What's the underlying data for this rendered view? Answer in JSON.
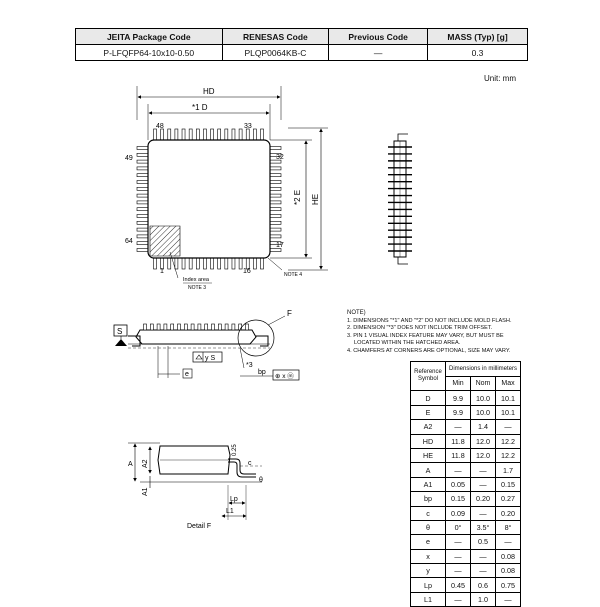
{
  "header": {
    "columns": [
      "JEITA Package Code",
      "RENESAS Code",
      "Previous Code",
      "MASS (Typ) [g]"
    ],
    "values": [
      "P-LFQFP64-10x10-0.50",
      "PLQP0064KB-C",
      "—",
      "0.3"
    ]
  },
  "unit_label": "Unit: mm",
  "top_view": {
    "dim_hd": "HD",
    "dim_d": "*1 D",
    "dim_e": "*2 E",
    "dim_he": "HE",
    "pin_labels": {
      "p48": "48",
      "p33": "33",
      "p49": "49",
      "p32": "32",
      "p64": "64",
      "p17": "17",
      "p1": "1",
      "p16": "16"
    },
    "index_area": "Index area",
    "note3": "NOTE 3",
    "note4": "NOTE 4"
  },
  "side_view": {
    "datum_s": "S",
    "callout_f": "F",
    "flatness": "y S",
    "e_sym": "e",
    "star3": "*3",
    "bp": "bp",
    "position_tol": "⊕ x ⓜ"
  },
  "detail": {
    "a": "A",
    "a2": "A2",
    "a1": "A1",
    "c": "c",
    "theta": "θ",
    "gauge": "0.25",
    "lp": "Lp",
    "l1": "L1",
    "caption": "Detail F"
  },
  "notes": {
    "title": "NOTE)",
    "items": [
      "1. DIMENSIONS \"*1\" AND \"*2\" DO NOT INCLUDE MOLD FLASH.",
      "2. DIMENSION \"*3\" DOES NOT INCLUDE TRIM OFFSET.",
      "3. PIN 1 VISUAL INDEX FEATURE MAY VARY, BUT MUST BE",
      "    LOCATED WITHIN THE HATCHED AREA.",
      "4. CHAMFERS AT CORNERS ARE OPTIONAL, SIZE MAY VARY."
    ]
  },
  "dimension_table": {
    "ref_header": "Reference Symbol",
    "group_header": "Dimensions in millimeters",
    "sub_headers": [
      "Min",
      "Nom",
      "Max"
    ],
    "rows": [
      [
        "D",
        "9.9",
        "10.0",
        "10.1"
      ],
      [
        "E",
        "9.9",
        "10.0",
        "10.1"
      ],
      [
        "A2",
        "—",
        "1.4",
        "—"
      ],
      [
        "HD",
        "11.8",
        "12.0",
        "12.2"
      ],
      [
        "HE",
        "11.8",
        "12.0",
        "12.2"
      ],
      [
        "A",
        "—",
        "—",
        "1.7"
      ],
      [
        "A1",
        "0.05",
        "—",
        "0.15"
      ],
      [
        "bp",
        "0.15",
        "0.20",
        "0.27"
      ],
      [
        "c",
        "0.09",
        "—",
        "0.20"
      ],
      [
        "θ",
        "0°",
        "3.5°",
        "8°"
      ],
      [
        "e",
        "—",
        "0.5",
        "—"
      ],
      [
        "x",
        "—",
        "—",
        "0.08"
      ],
      [
        "y",
        "—",
        "—",
        "0.08"
      ],
      [
        "Lp",
        "0.45",
        "0.6",
        "0.75"
      ],
      [
        "L1",
        "—",
        "1.0",
        "—"
      ]
    ]
  }
}
